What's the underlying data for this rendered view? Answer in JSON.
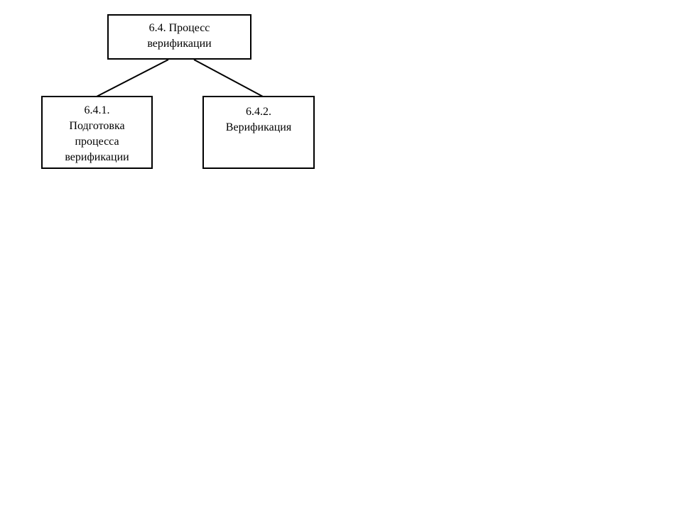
{
  "diagram": {
    "root": {
      "lines": [
        "6.4. Процесс",
        "верификации"
      ]
    },
    "children": [
      {
        "lines": [
          "6.4.1.",
          "Подготовка",
          "процесса",
          "верификации"
        ]
      },
      {
        "lines": [
          "6.4.2.",
          "Верификация"
        ]
      }
    ]
  }
}
